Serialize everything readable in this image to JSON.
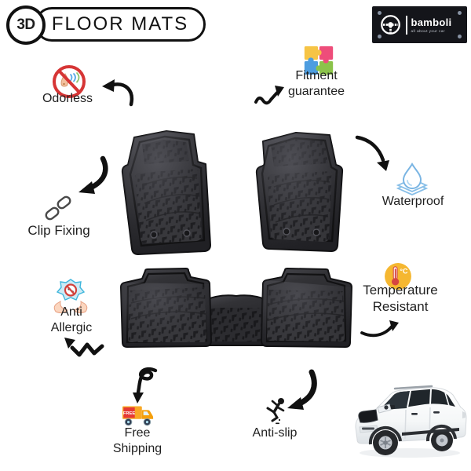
{
  "header": {
    "badge": "3D",
    "title": "FLOOR MATS"
  },
  "brand": {
    "name": "bamboli",
    "tagline": "all about your car",
    "logo_icon": "steering-wheel-icon"
  },
  "features": {
    "odorless": {
      "label": "Odorless",
      "icon": "no-odor-icon"
    },
    "fitment_guarantee": {
      "line1": "Fitment",
      "line2": "guarantee",
      "icon": "puzzle-icon"
    },
    "clip_fixing": {
      "label": "Clip Fixing",
      "icon": "chain-link-icon"
    },
    "waterproof": {
      "label": "Waterproof",
      "icon": "water-drop-icon"
    },
    "anti_allergic": {
      "line1": "Anti",
      "line2": "Allergic",
      "icon": "shield-hands-icon"
    },
    "temperature_resistant": {
      "line1": "Temperature",
      "line2": "Resistant",
      "icon": "thermometer-icon",
      "icon_unit": "°C"
    },
    "free_shipping": {
      "line1": "Free",
      "line2": "Shipping",
      "icon": "delivery-truck-icon",
      "truck_label": "FREE"
    },
    "anti_slip": {
      "label": "Anti-slip",
      "icon": "slipping-person-icon"
    }
  },
  "product": {
    "pieces": [
      "front-left-floor-mat",
      "front-right-floor-mat",
      "rear-floor-mat"
    ],
    "material_color": "#2e2e32"
  },
  "vehicle": {
    "type": "white SUV"
  },
  "colors": {
    "ink": "#111111",
    "prohibition_red": "#d63535",
    "water_blue": "#7ab5e3",
    "temp_yellow": "#f5b731",
    "truck_orange": "#f9a825",
    "label_red": "#e53935",
    "puzzle_yellow": "#f6c445",
    "puzzle_pink": "#ee4d7a",
    "puzzle_blue": "#4d9de0",
    "puzzle_green": "#8bc34a"
  }
}
